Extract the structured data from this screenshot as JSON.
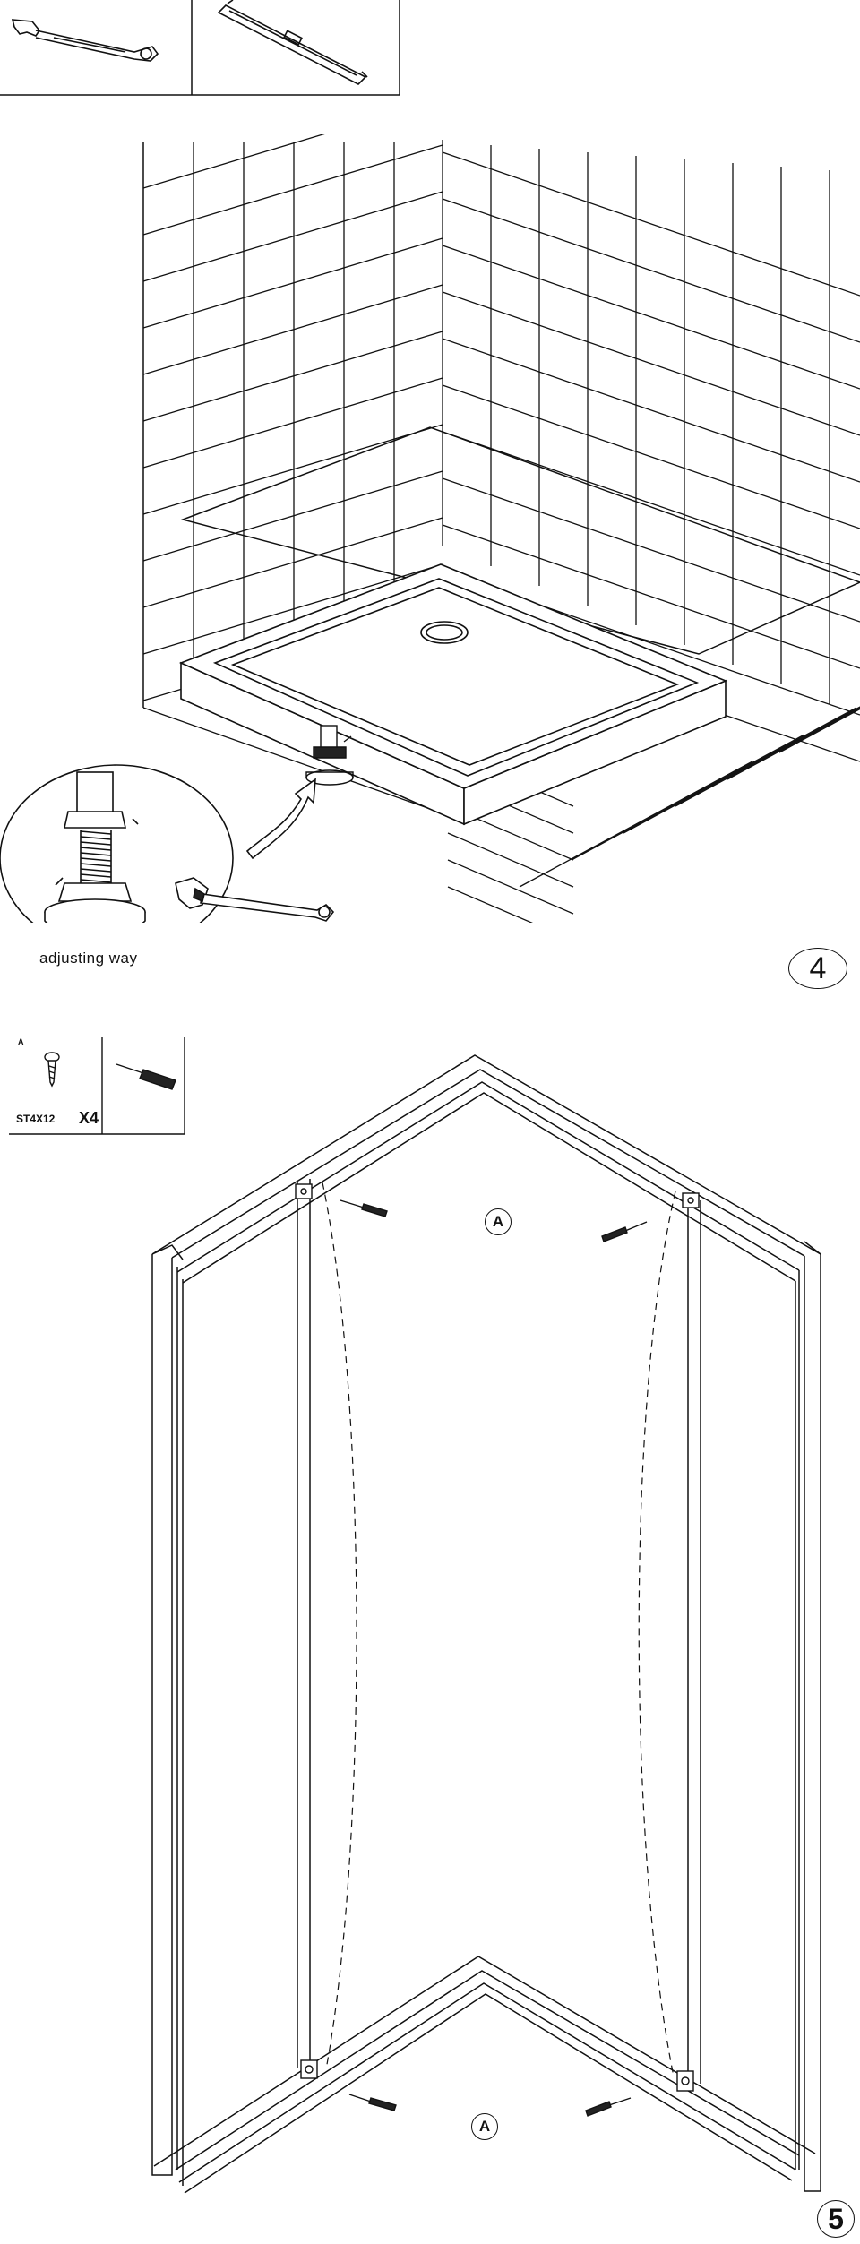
{
  "step4": {
    "caption": "adjusting way",
    "step_number": "4",
    "icons": [
      "wrench-icon",
      "spirit-level-icon"
    ]
  },
  "step5": {
    "screw_spec": "ST4X12",
    "screw_marker": "A",
    "screw_quantity": "X4",
    "callout_top": "A",
    "callout_bottom": "A",
    "step_number": "5",
    "icons": [
      "screw-icon",
      "screwdriver-icon"
    ]
  },
  "colors": {
    "line": "#111111",
    "background": "#ffffff"
  }
}
